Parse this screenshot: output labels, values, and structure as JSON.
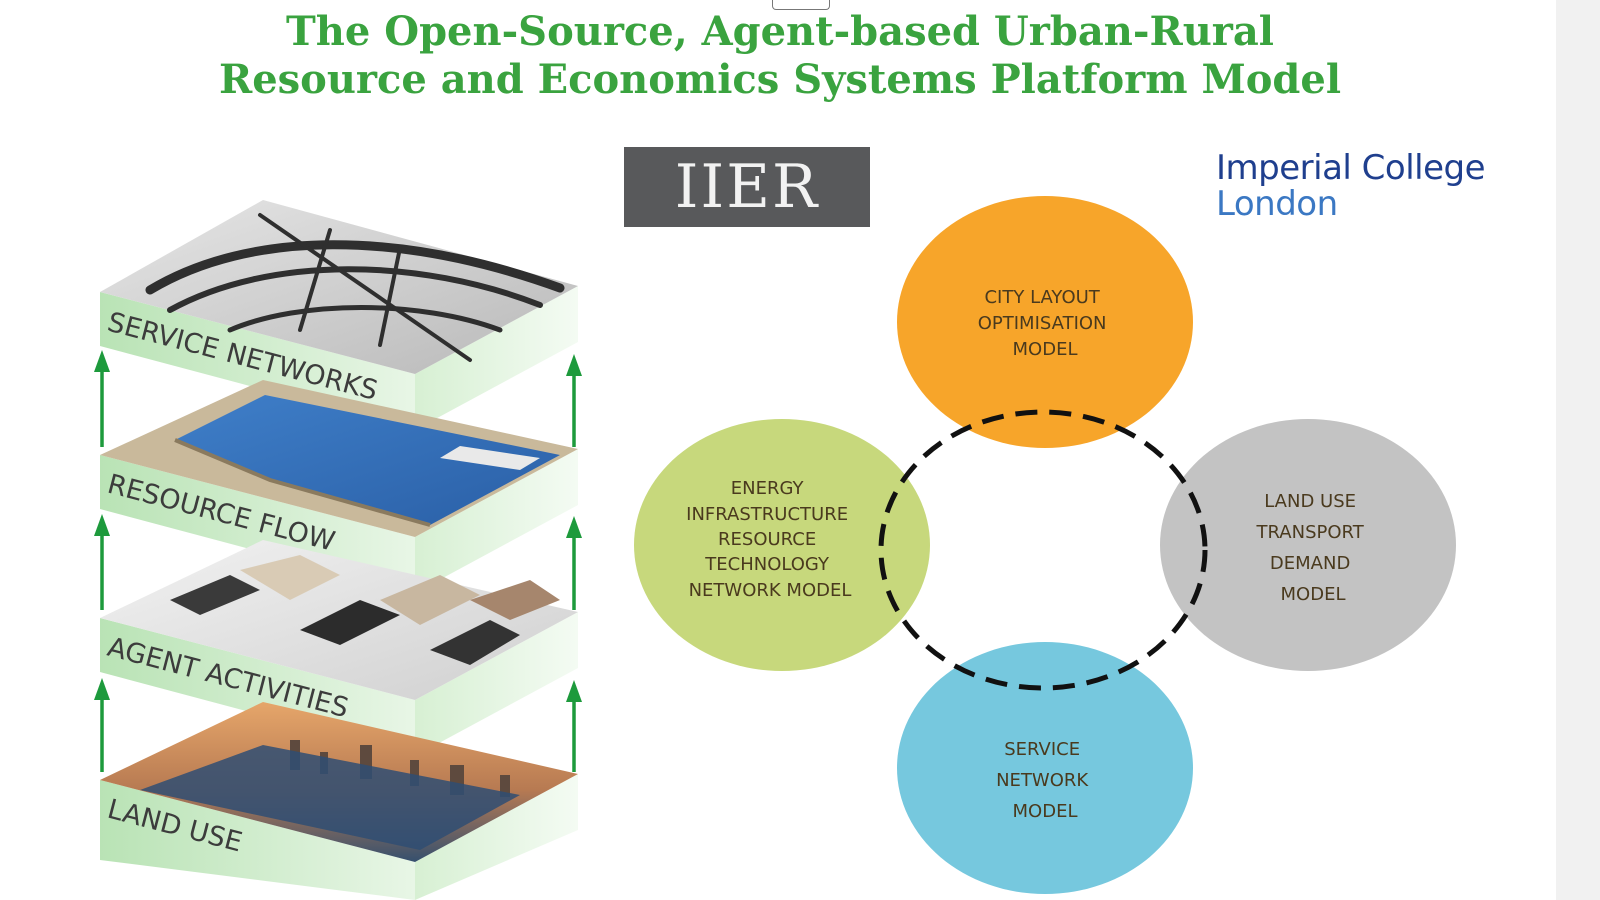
{
  "title": {
    "line1": "The Open-Source, Agent-based Urban-Rural",
    "line2": "Resource and Economics Systems Platform Model"
  },
  "logos": {
    "iier": "IIER",
    "imperial_line1": "Imperial College",
    "imperial_line2": "London"
  },
  "layers": [
    {
      "label": "SERVICE NETWORKS"
    },
    {
      "label": "RESOURCE FLOW"
    },
    {
      "label": "AGENT ACTIVITIES"
    },
    {
      "label": "LAND USE"
    }
  ],
  "models": {
    "top": {
      "lines": [
        "CITY LAYOUT",
        "OPTIMISATION",
        "MODEL"
      ],
      "color": "#f7a52a"
    },
    "left": {
      "lines": [
        "ENERGY",
        "INFRASTRUCTURE",
        "RESOURCE",
        "TECHNOLOGY",
        "NETWORK MODEL"
      ],
      "color": "#c7d87c"
    },
    "right": {
      "lines": [
        "LAND USE",
        "TRANSPORT",
        "DEMAND",
        "MODEL"
      ],
      "color": "#c3c3c3"
    },
    "bottom": {
      "lines": [
        "SERVICE",
        "NETWORK",
        "MODEL"
      ],
      "color": "#76c8de"
    }
  },
  "colors": {
    "title_green": "#3aa33f",
    "arrow_green": "#1d9a3c",
    "layer_side_green": "#cfeccb"
  }
}
